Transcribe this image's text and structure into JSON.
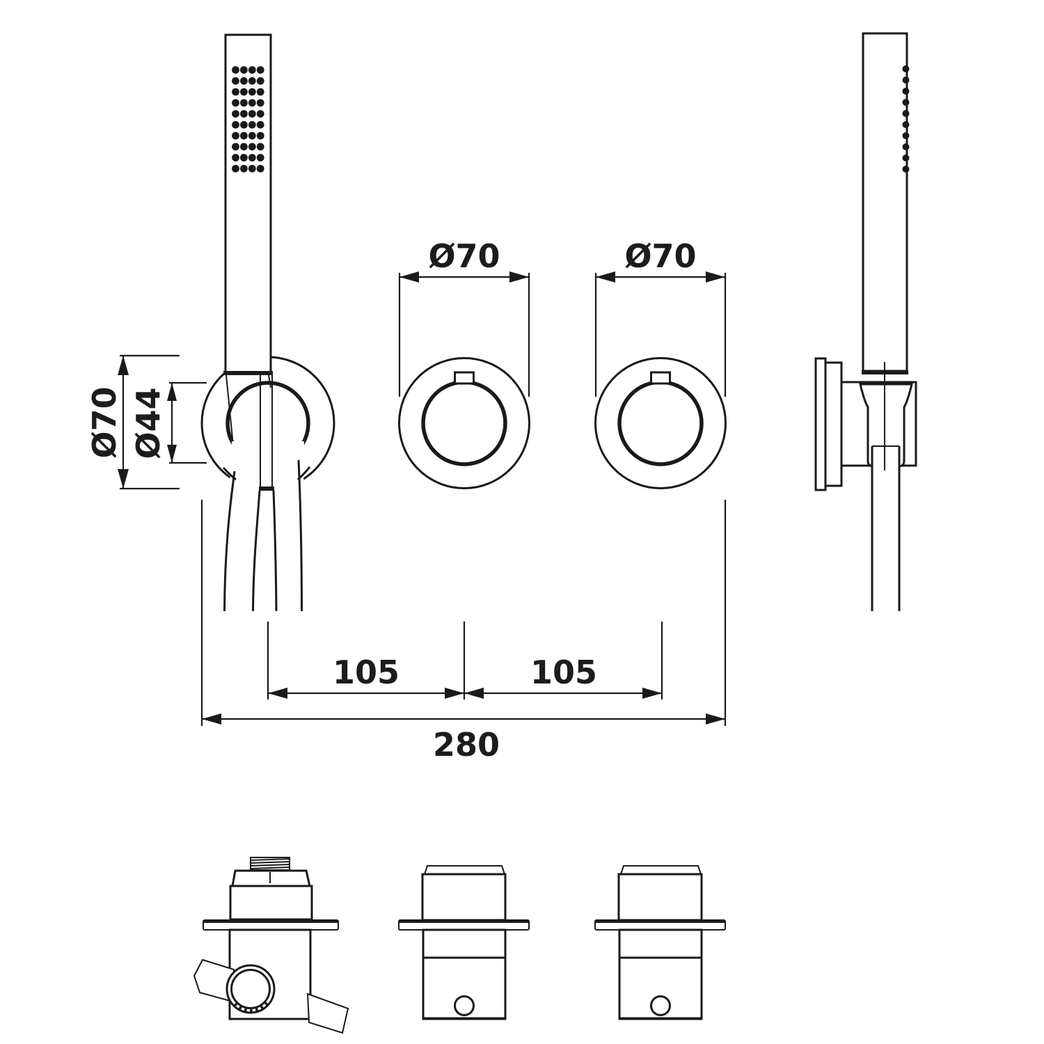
{
  "drawing": {
    "background": "#ffffff",
    "line_color": "#1a1a1a",
    "text_color": "#1c1c1c",
    "dimensions": {
      "holder_outer_diameter": "Ø70",
      "holder_inner_diameter": "Ø44",
      "left_knob_diameter": "Ø70",
      "right_knob_diameter": "Ø70",
      "holder_to_left_knob_spacing": "105",
      "knob_to_knob_spacing": "105",
      "overall_width": "280"
    }
  }
}
